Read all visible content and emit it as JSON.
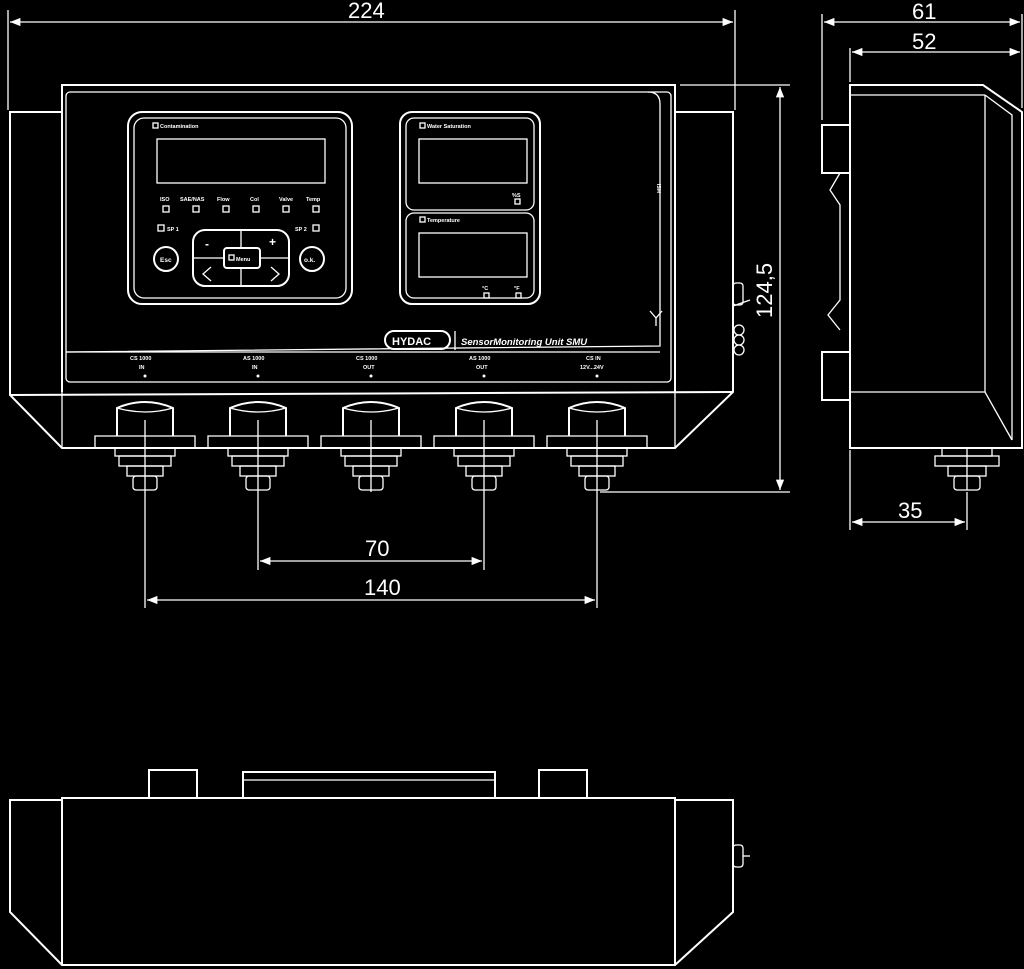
{
  "dimensions": {
    "overall_width": "224",
    "height": "124,5",
    "depth_total": "61",
    "depth_housing": "52",
    "side_port_offset": "35",
    "port_spacing_small": "70",
    "port_spacing_large": "140"
  },
  "front_panel": {
    "contamination_label": "Contamination",
    "leds": [
      "ISO",
      "SAE/NAS",
      "Flow",
      "Col",
      "Valve",
      "Temp"
    ],
    "sp1": "SP 1",
    "sp2": "SP 2",
    "esc": "Esc",
    "ok": "o.k.",
    "minus": "-",
    "plus": "+",
    "menu": "Menu",
    "water_saturation_label": "Water Saturation",
    "temperature_label": "Temperature",
    "ws_unit": "%S",
    "temp_unit_c": "°C",
    "temp_unit_f": "°F",
    "right_label": "HSI",
    "brand": "HYDAC",
    "product": "SensorMonitoring   Unit SMU"
  },
  "ports": [
    {
      "name": "CS 1000",
      "dir": "IN"
    },
    {
      "name": "AS 1000",
      "dir": "IN"
    },
    {
      "name": "CS 1000",
      "dir": "OUT"
    },
    {
      "name": "AS 1000",
      "dir": "OUT"
    },
    {
      "name": "CS IN",
      "dir": "12V...24V"
    }
  ]
}
